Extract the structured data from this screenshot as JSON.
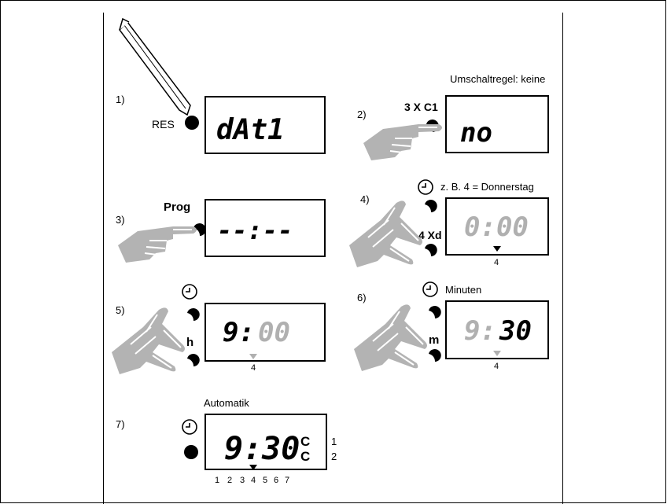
{
  "steps": {
    "s1": {
      "num": "1)",
      "button": "RES",
      "display": "dAt1"
    },
    "s2": {
      "num": "2)",
      "caption": "Umschaltregel: keine",
      "button": "3 X C1",
      "display": "no"
    },
    "s3": {
      "num": "3)",
      "button": "Prog",
      "display": "--:--"
    },
    "s4": {
      "num": "4)",
      "caption": "z. B. 4 = Donnerstag",
      "button": "4 Xd",
      "display": "0:00",
      "day_marker": "4"
    },
    "s5": {
      "num": "5)",
      "button": "h",
      "display_hours": "9:",
      "display_minutes": "00",
      "day_marker": "4"
    },
    "s6": {
      "num": "6)",
      "caption": "Minuten",
      "button": "m",
      "display_hours": "9:",
      "display_minutes": "30",
      "day_marker": "4"
    },
    "s7": {
      "num": "7)",
      "caption": "Automatik",
      "display": "9:30",
      "channels": [
        "1",
        "2"
      ],
      "channel_symbol": "C",
      "days": [
        "1",
        "2",
        "3",
        "4",
        "5",
        "6",
        "7"
      ]
    }
  },
  "colors": {
    "lcd_dim": "#b0b0b0",
    "hand": "#b3b3b3",
    "ink": "#000000"
  },
  "icons": [
    "pencil-icon",
    "hand-pointer-icon",
    "clock-icon",
    "button-dot-icon",
    "arrow-down-icon"
  ]
}
